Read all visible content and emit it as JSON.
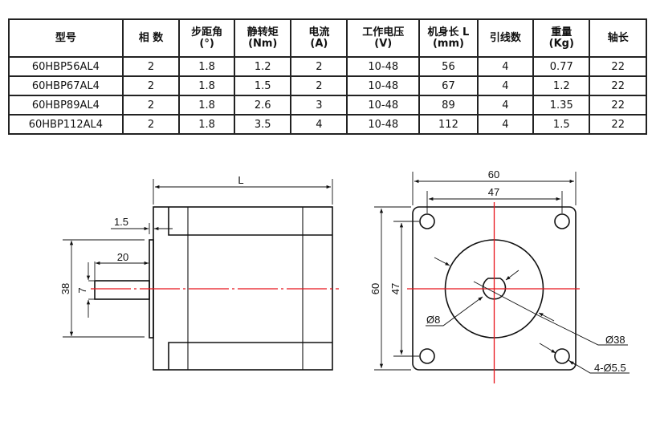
{
  "spec_table": {
    "headers": [
      {
        "line1": "型号",
        "line2": ""
      },
      {
        "line1": "相 数",
        "line2": ""
      },
      {
        "line1": "步距角",
        "line2": "(°)"
      },
      {
        "line1": "静转矩",
        "line2": "(Nm)"
      },
      {
        "line1": "电流",
        "line2": "(A)"
      },
      {
        "line1": "工作电压",
        "line2": "(V)"
      },
      {
        "line1": "机身长 L",
        "line2": "(mm)"
      },
      {
        "line1": "引线数",
        "line2": ""
      },
      {
        "line1": "重量",
        "line2": "(Kg)"
      },
      {
        "line1": "轴长",
        "line2": ""
      }
    ],
    "rows": [
      [
        "60HBP56AL4",
        "2",
        "1.8",
        "1.2",
        "2",
        "10-48",
        "56",
        "4",
        "0.77",
        "22"
      ],
      [
        "60HBP67AL4",
        "2",
        "1.8",
        "1.5",
        "2",
        "10-48",
        "67",
        "4",
        "1.2",
        "22"
      ],
      [
        "60HBP89AL4",
        "2",
        "1.8",
        "2.6",
        "3",
        "10-48",
        "89",
        "4",
        "1.35",
        "22"
      ],
      [
        "60HBP112AL4",
        "2",
        "1.8",
        "3.5",
        "4",
        "10-48",
        "112",
        "4",
        "1.5",
        "22"
      ]
    ]
  },
  "side_view": {
    "length_label": "L",
    "flange_thickness": "1.5",
    "shaft_length": "20",
    "boss_diameter": "38",
    "shaft_diameter": "7"
  },
  "front_view": {
    "width": "60",
    "hole_spacing_x": "47",
    "height": "60",
    "hole_spacing_y": "47",
    "shaft_label": "Ø8",
    "boss_label": "Ø38",
    "holes_label": "4-Ø5.5"
  },
  "colors": {
    "line": "#111111",
    "centerline": "#e8141c"
  }
}
